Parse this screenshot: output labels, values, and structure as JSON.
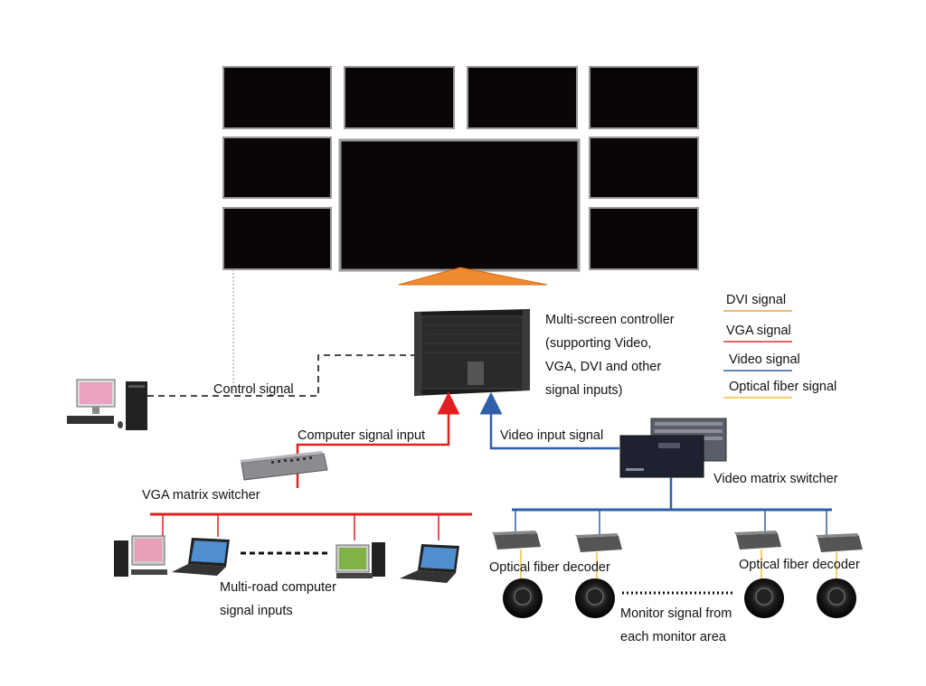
{
  "title": "Multi-screen video wall system diagram",
  "labels": {
    "controller_line1": "Multi-screen controller",
    "controller_line2": "(supporting Video,",
    "controller_line3": "VGA, DVI and other",
    "controller_line4": "signal inputs)",
    "control_signal": "Control signal",
    "computer_signal_input": "Computer signal input",
    "video_input_signal": "Video input signal",
    "vga_matrix_switcher": "VGA matrix switcher",
    "video_matrix_switcher": "Video matrix switcher",
    "multi_road_line1": "Multi-road computer",
    "multi_road_line2": "signal inputs",
    "optical_decoder_left": "Optical fiber decoder",
    "optical_decoder_right": "Optical fiber decoder",
    "monitor_line1": "Monitor signal from",
    "monitor_line2": "each monitor area"
  },
  "legend": [
    {
      "label": "DVI signal",
      "color": "#f0a040"
    },
    {
      "label": "VGA signal",
      "color": "#e03030"
    },
    {
      "label": "Video signal",
      "color": "#2f5fa8"
    },
    {
      "label": "Optical fiber signal",
      "color": "#f0c040"
    }
  ],
  "colors": {
    "dvi": "#f0a040",
    "vga": "#e02020",
    "video": "#2f5fa8",
    "fiber": "#f0c040",
    "arrow": "#f08a30"
  }
}
